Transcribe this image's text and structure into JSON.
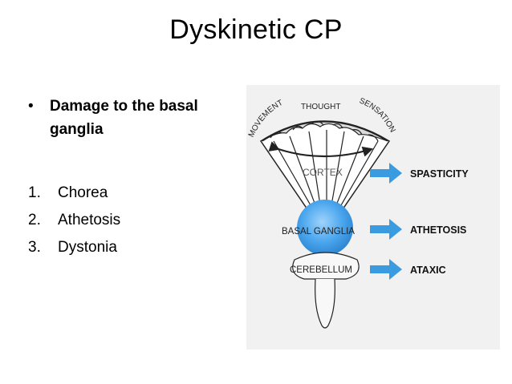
{
  "title": "Dyskinetic CP",
  "bullet": {
    "marker": "•",
    "text": "Damage to the basal ganglia"
  },
  "list": [
    {
      "num": "1.",
      "text": "Chorea"
    },
    {
      "num": "2.",
      "text": "Athetosis"
    },
    {
      "num": "3.",
      "text": "Dystonia"
    }
  ],
  "figure": {
    "arc_labels": {
      "movement": "MOVEMENT",
      "thought": "THOUGHT",
      "sensation": "SENSATION"
    },
    "regions": {
      "cortex": "CORTEX",
      "basal_ganglia": "BASAL GANGLIA",
      "cerebellum": "CEREBELLUM"
    },
    "outcomes": {
      "spasticity": "SPASTICITY",
      "athetosis": "ATHETOSIS",
      "ataxic": "ATAXIC"
    },
    "colors": {
      "arrow": "#3a9be0",
      "ball": "#4aa6ee",
      "background": "#f1f1f1"
    }
  }
}
